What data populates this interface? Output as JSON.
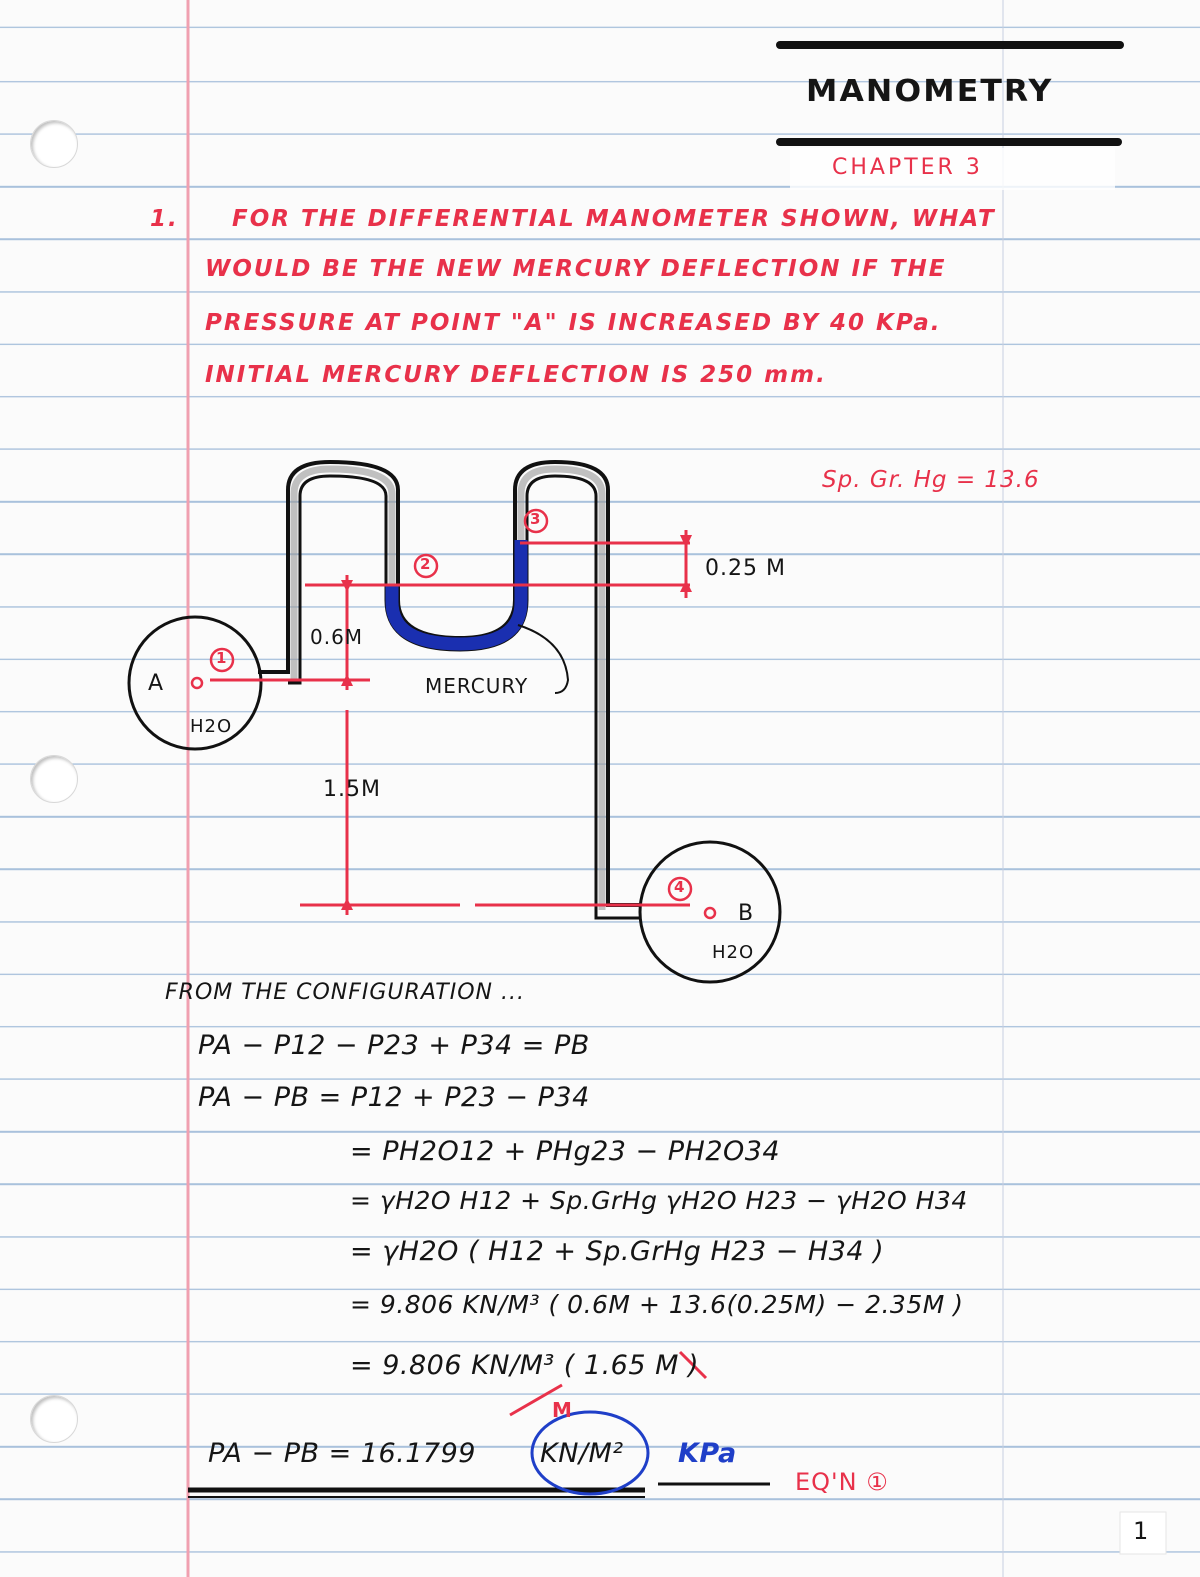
{
  "header": {
    "title": "MANOMETRY",
    "chapter": "CHAPTER 3"
  },
  "problem": {
    "number": "1.",
    "lines": [
      "FOR THE DIFFERENTIAL MANOMETER SHOWN, WHAT",
      "WOULD BE THE NEW MERCURY DEFLECTION IF THE",
      "PRESSURE AT POINT \"A\" IS INCREASED BY 40 KPa.",
      "INITIAL MERCURY DEFLECTION IS 250 mm."
    ]
  },
  "diagram": {
    "sg_label": "Sp. Gr. Hg = 13.6",
    "dim_top": "0.25 M",
    "dim_mid": "0.6M",
    "dim_low": "1.5M",
    "mercury_label": "MERCURY",
    "vessel_a": {
      "point": "A",
      "fluid": "H2O"
    },
    "vessel_b": {
      "point": "B",
      "fluid": "H2O"
    },
    "points": [
      "1",
      "2",
      "3",
      "4"
    ]
  },
  "work": {
    "intro": "FROM THE CONFIGURATION ...",
    "lines": [
      "PA − P12 − P23 + P34  =  PB",
      "PA − PB  =  P12 + P23 − P34",
      "=  PH2O12 + PHg23 − PH2O34",
      "=  γH2O H12  +  Sp.GrHg γH2O H23  −  γH2O H34",
      "=  γH2O ( H12 + Sp.GrHg H23 − H34 )",
      "=  9.806 KN/M³ ( 0.6M + 13.6(0.25M) − 2.35M )",
      "=  9.806 KN/M³ ( 1.65 M )"
    ],
    "correction": "M",
    "result": "PA − PB  =  16.1799",
    "result_unit": "KN/M²",
    "result_alt": "KPa",
    "eq_ref": "EQ'N ①"
  },
  "page_number": "1"
}
